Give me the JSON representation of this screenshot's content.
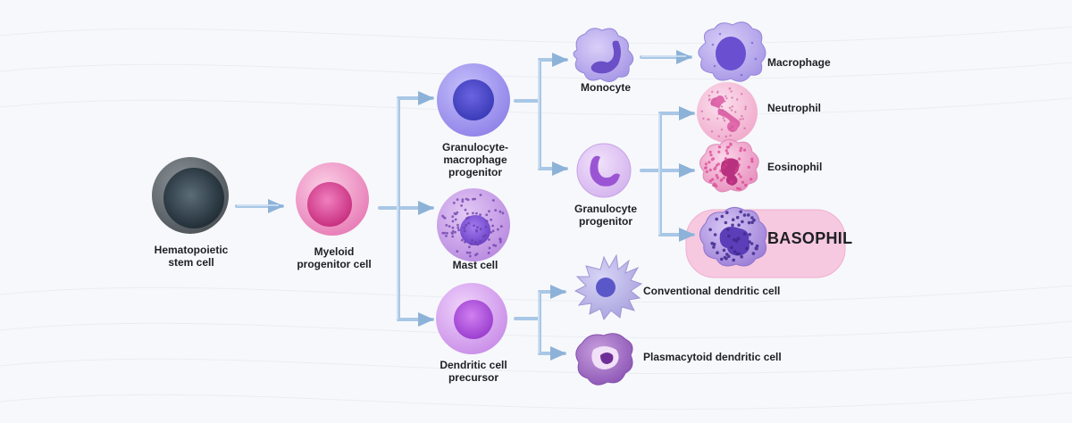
{
  "colors": {
    "arrow": "#b9d3ec",
    "arrow_edge": "#7fa8d2",
    "stem": "#3a4b56",
    "myeloid": "#e65aa6",
    "gm": "#9b8ef0",
    "mast": "#a77bd8",
    "dendritic": "#c77be8",
    "highlight": "#f6c6df"
  },
  "cells": {
    "stem": {
      "label": "Hematopoietic\nstem cell"
    },
    "myeloid": {
      "label": "Myeloid\nprogenitor cell"
    },
    "gm": {
      "label": "Granulocyte-\nmacrophage\nprogenitor"
    },
    "mast": {
      "label": "Mast cell"
    },
    "dendritic_precursor": {
      "label": "Dendritic cell\nprecursor"
    },
    "monocyte": {
      "label": "Monocyte"
    },
    "granulocyte": {
      "label": "Granulocyte\nprogenitor"
    },
    "macrophage": {
      "label": "Macrophage"
    },
    "neutrophil": {
      "label": "Neutrophil"
    },
    "eosinophil": {
      "label": "Eosinophil"
    },
    "basophil": {
      "label": "BASOPHIL"
    },
    "cdc": {
      "label": "Conventional dendritic cell"
    },
    "pdc": {
      "label": "Plasmacytoid dendritic cell"
    }
  }
}
